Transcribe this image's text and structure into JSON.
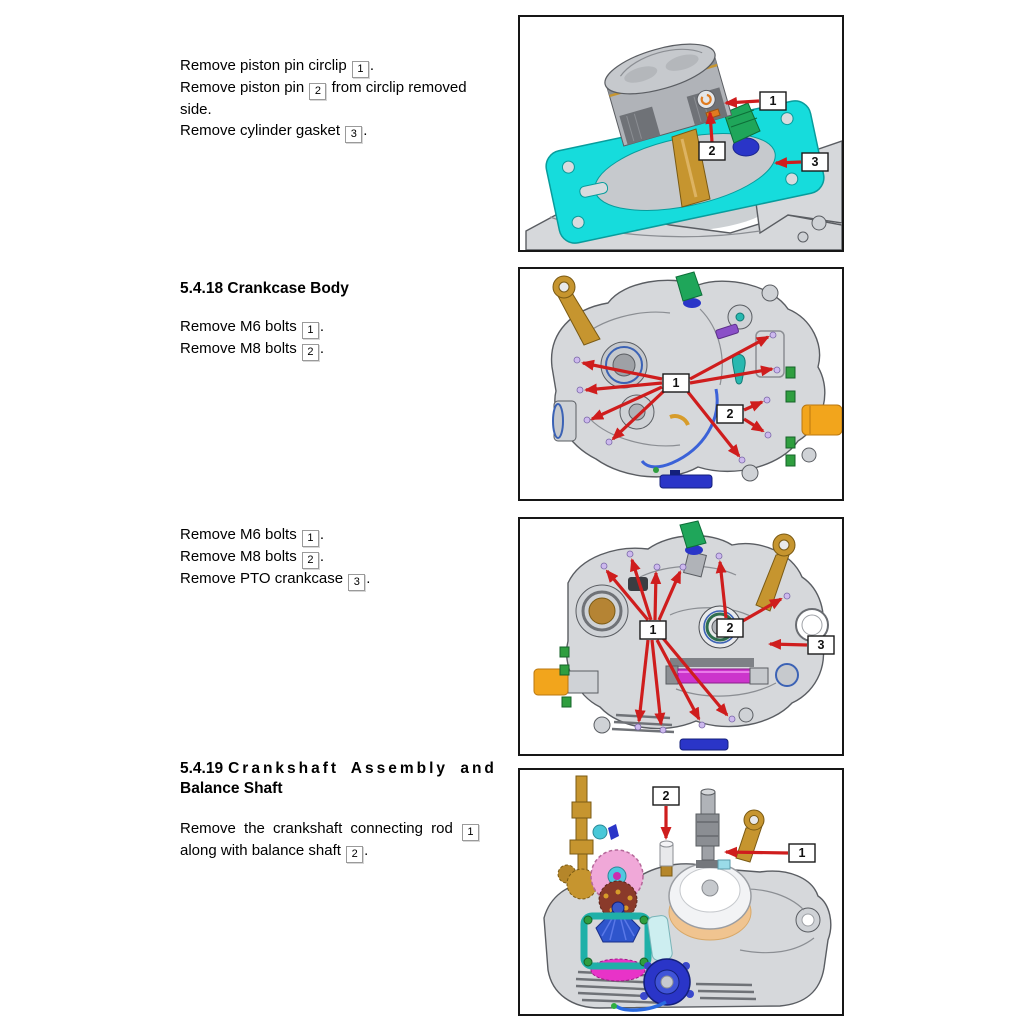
{
  "palette": {
    "arrow-red": "#cf1d1d",
    "gasket-cyan": "#16dcdc",
    "part-gold": "#c6952f",
    "part-green": "#1fa65a",
    "part-orange": "#f2a51c",
    "part-blue": "#2a35c8",
    "part-magenta": "#cc35cc",
    "part-pink": "#f0a8d8",
    "part-teal": "#1fb0a8",
    "case-gray": "#d6d8db",
    "case-outline": "#5a5d62"
  },
  "sections": [
    {
      "lines": [
        {
          "pre": "Remove piston pin circlip ",
          "box": "1",
          "post": "."
        },
        {
          "pre": "Remove piston pin ",
          "box": "2",
          "post": " from circlip removed"
        },
        {
          "pre": "side."
        },
        {
          "pre": "Remove cylinder gasket ",
          "box": "3",
          "post": "."
        }
      ]
    },
    {
      "heading": "5.4.18 Crankcase Body",
      "lines": [
        {
          "pre": "Remove M6 bolts ",
          "box": "1",
          "post": "."
        },
        {
          "pre": "Remove M8 bolts ",
          "box": "2",
          "post": "."
        }
      ]
    },
    {
      "lines": [
        {
          "pre": "Remove M6 bolts ",
          "box": "1",
          "post": "."
        },
        {
          "pre": "Remove M8 bolts ",
          "box": "2",
          "post": "."
        },
        {
          "pre": "Remove PTO crankcase ",
          "box": "3",
          "post": "."
        }
      ]
    },
    {
      "heading_num": "5.4.19",
      "heading_spaced": "Crankshaft Assembly and",
      "heading_line2": "Balance Shaft",
      "lines": [
        {
          "pre": "Remove the crankshaft connecting rod ",
          "box": "1"
        },
        {
          "pre": "along with balance shaft ",
          "box": "2",
          "post": "."
        }
      ]
    }
  ],
  "figures": [
    {
      "callouts": [
        "1",
        "2",
        "3"
      ]
    },
    {
      "callouts": [
        "1",
        "2"
      ]
    },
    {
      "callouts": [
        "1",
        "2",
        "3"
      ]
    },
    {
      "callouts": [
        "2",
        "1"
      ]
    }
  ]
}
